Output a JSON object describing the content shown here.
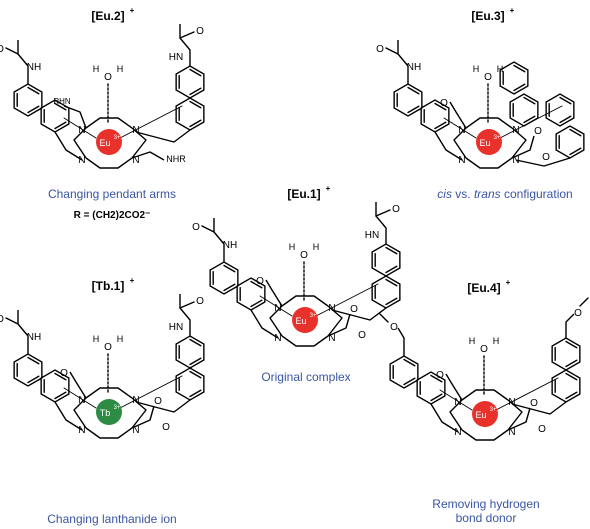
{
  "complexes": [
    {
      "key": "eu2",
      "title": "[Eu.2]",
      "charge": "+",
      "metal": "Eu",
      "metal_charge": "3+",
      "metal_color": "#e8312b",
      "caption_lines": [
        "Changing pendant arms"
      ],
      "caption_color": "#3a55a4",
      "extra_label": "R = (CH2)2CO2⁻",
      "pendant_label": "NHR",
      "pendant_label_2": "RHN"
    },
    {
      "key": "eu3",
      "title": "[Eu.3]",
      "charge": "+",
      "metal": "Eu",
      "metal_charge": "3+",
      "metal_color": "#e8312b",
      "caption_parts": [
        "cis",
        " vs. ",
        "trans",
        " configuration"
      ],
      "caption_color": "#3a55a4"
    },
    {
      "key": "eu1",
      "title": "[Eu.1]",
      "charge": "+",
      "metal": "Eu",
      "metal_charge": "3+",
      "metal_color": "#e8312b",
      "caption_lines": [
        "Original complex"
      ],
      "caption_color": "#3a55a4"
    },
    {
      "key": "tb1",
      "title": "[Tb.1]",
      "charge": "+",
      "metal": "Tb",
      "metal_charge": "3+",
      "metal_color": "#2e8b43",
      "caption_lines": [
        "Changing lanthanide ion"
      ],
      "caption_color": "#3a55a4"
    },
    {
      "key": "eu4",
      "title": "[Eu.4]",
      "charge": "+",
      "metal": "Eu",
      "metal_charge": "3+",
      "metal_color": "#e8312b",
      "caption_lines": [
        "Removing hydrogen",
        "bond donor"
      ],
      "caption_color": "#3a55a4"
    }
  ],
  "atoms": {
    "N": "N",
    "O": "O",
    "H": "H",
    "NH": "NH",
    "HN": "HN"
  }
}
